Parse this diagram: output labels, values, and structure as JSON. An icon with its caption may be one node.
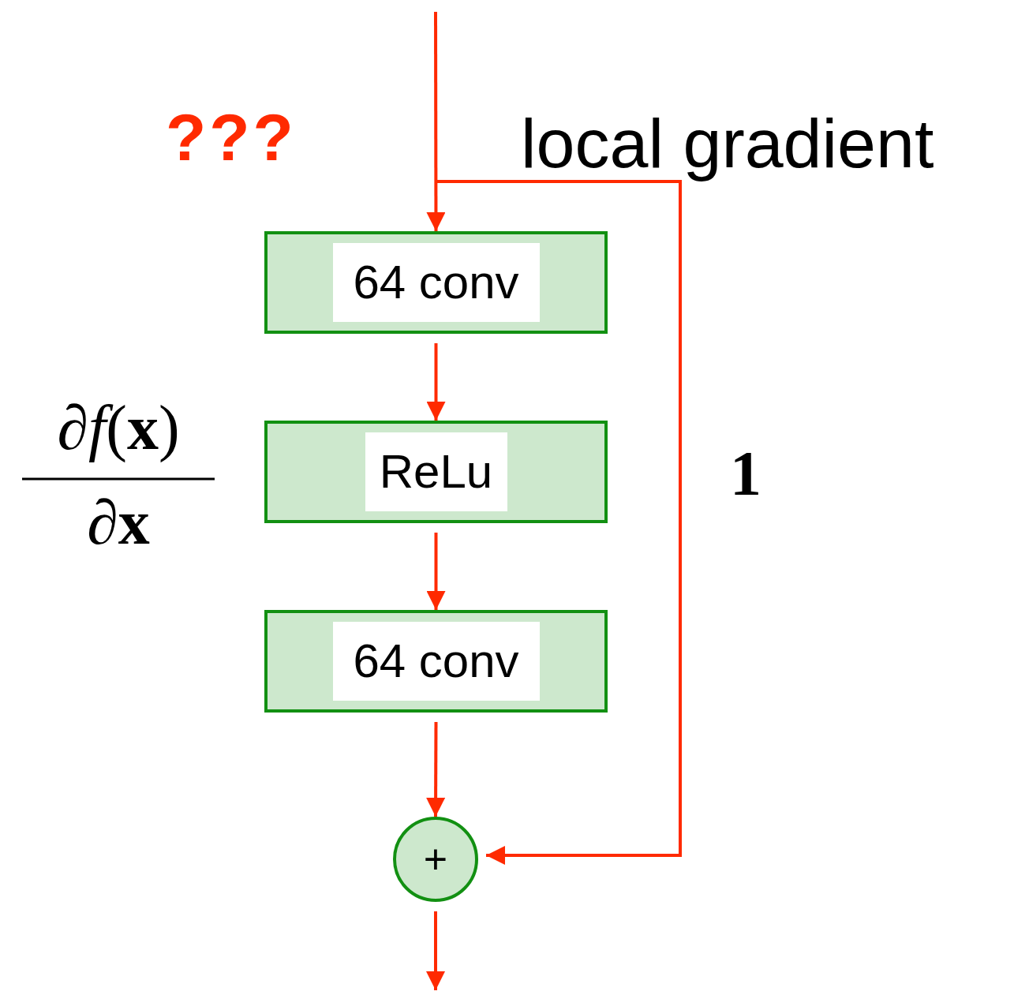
{
  "diagram": {
    "nodes": [
      {
        "text": [
          "64 conv"
        ]
      },
      {
        "text": [
          "ReLu"
        ]
      },
      {
        "text": [
          "64 conv"
        ]
      },
      {
        "text": [
          "+"
        ]
      }
    ],
    "edges": [
      {
        "from": null,
        "to": 0,
        "arrow": "to"
      },
      {
        "from": null,
        "to": 3,
        "arrow": "to",
        "label": "1"
      },
      {
        "from": 0,
        "to": 1,
        "arrow": "to"
      },
      {
        "from": 1,
        "to": 2,
        "arrow": "to"
      },
      {
        "from": 2,
        "to": 3,
        "arrow": "to"
      },
      {
        "from": 3,
        "to": null,
        "arrow": "to"
      }
    ],
    "labels": [
      "???",
      "local gradient",
      "∂*f*(**x**)",
      "∂**x**"
    ]
  }
}
